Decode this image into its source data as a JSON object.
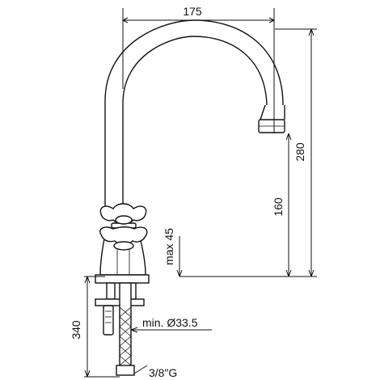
{
  "dimensions": {
    "spout_reach": "175",
    "total_height": "280",
    "spout_height": "160",
    "max_deck_thickness": "max 45",
    "hole_diameter": "min. Ø33.5",
    "supply_length": "340",
    "connection": "3/8\"G"
  }
}
